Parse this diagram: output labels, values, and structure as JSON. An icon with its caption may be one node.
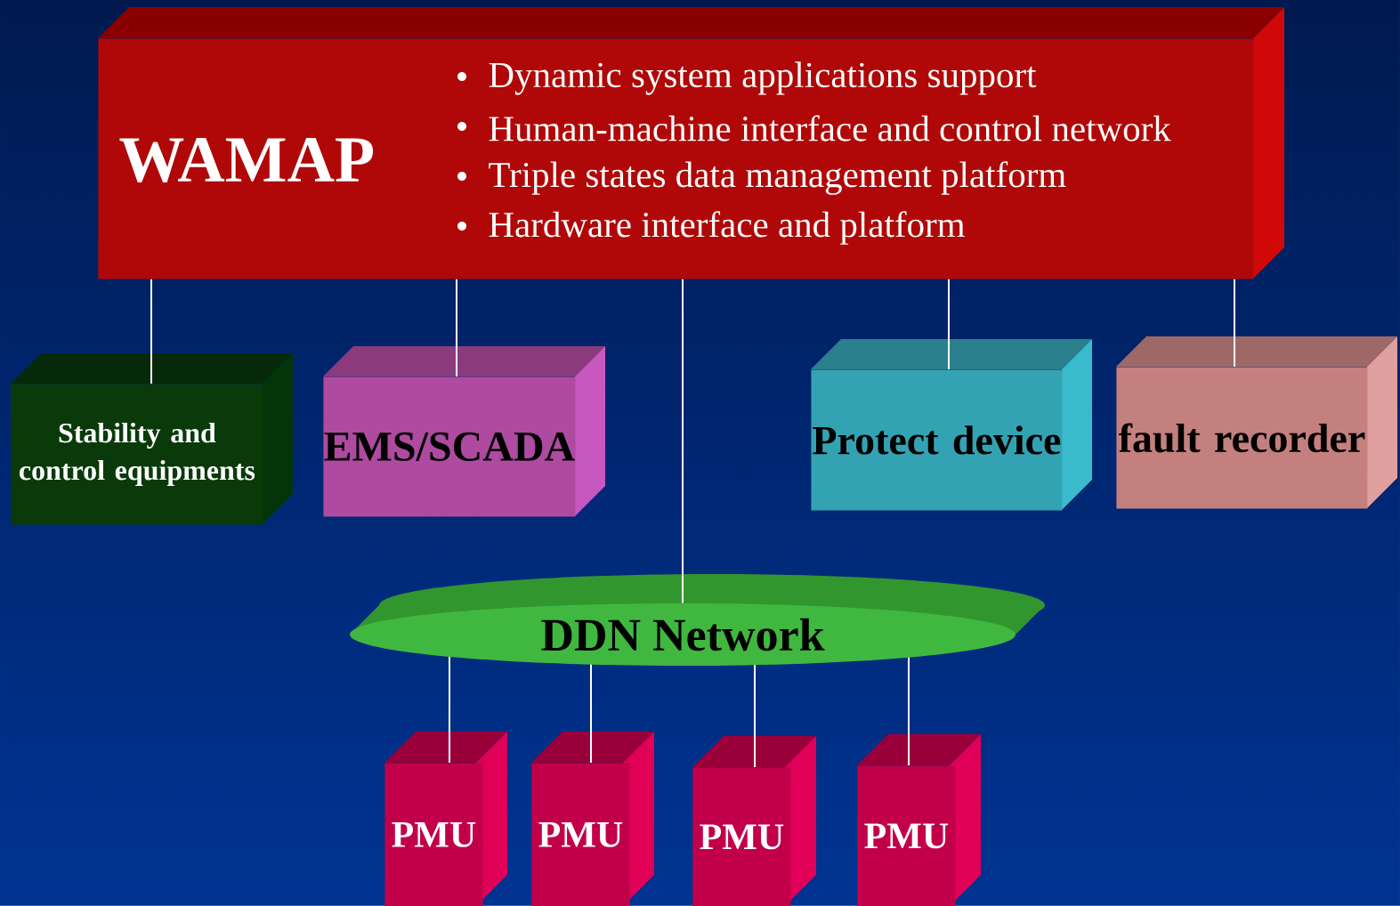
{
  "diagram": {
    "nodes": [
      {
        "text": [
          "WAMAP",
          "Dynamic system applications support",
          "Human-machine interface and control network",
          "Triple states data management platform",
          "Hardware interface and platform"
        ]
      },
      {
        "text": [
          "Stability and control equipments"
        ]
      },
      {
        "text": [
          "EMS/SCADA"
        ]
      },
      {
        "text": [
          "Protect device"
        ]
      },
      {
        "text": [
          "fault recorder"
        ]
      },
      {
        "text": [
          "DDN Network"
        ]
      },
      {
        "text": [
          "PMU"
        ]
      },
      {
        "text": [
          "PMU"
        ]
      },
      {
        "text": [
          "PMU"
        ]
      },
      {
        "text": [
          "PMU"
        ]
      }
    ],
    "edges": [
      {
        "from": 0,
        "to": 1,
        "arrow": "none"
      },
      {
        "from": 0,
        "to": 2,
        "arrow": "none"
      },
      {
        "from": 0,
        "to": 5,
        "arrow": "none"
      },
      {
        "from": 0,
        "to": 3,
        "arrow": "none"
      },
      {
        "from": 0,
        "to": 4,
        "arrow": "none"
      },
      {
        "from": 5,
        "to": 6,
        "arrow": "none"
      },
      {
        "from": 5,
        "to": 7,
        "arrow": "none"
      },
      {
        "from": 5,
        "to": 8,
        "arrow": "none"
      },
      {
        "from": 5,
        "to": 9,
        "arrow": "none"
      }
    ]
  }
}
